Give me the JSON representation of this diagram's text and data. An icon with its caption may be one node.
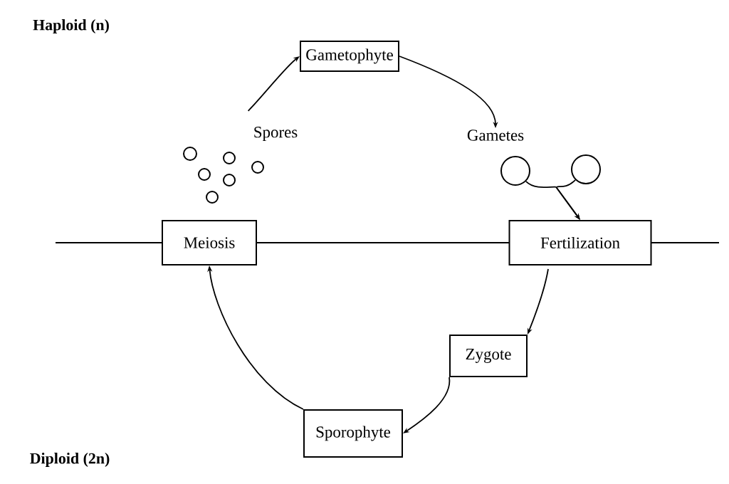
{
  "diagram": {
    "nodes": [
      {
        "text": [
          "Gametophyte"
        ]
      },
      {
        "text": [
          "Gametes"
        ]
      },
      {
        "text": [],
        "shape": "circle"
      },
      {
        "text": [],
        "shape": "circle"
      },
      {
        "text": [
          "Fertilization"
        ]
      },
      {
        "text": [
          "Zygote"
        ]
      },
      {
        "text": [
          "Sporophyte"
        ]
      },
      {
        "text": [
          "Meiosis"
        ]
      },
      {
        "text": [
          "Spores"
        ]
      }
    ],
    "edges": [
      {
        "from": 0,
        "to": 1,
        "arrow": "to"
      },
      {
        "from": 2,
        "to": 4,
        "arrow": "to"
      },
      {
        "from": 3,
        "to": 4,
        "arrow": "to"
      },
      {
        "from": 4,
        "to": 5,
        "arrow": "to"
      },
      {
        "from": 5,
        "to": 6,
        "arrow": "to"
      },
      {
        "from": 6,
        "to": 7,
        "arrow": "to"
      },
      {
        "from": 8,
        "to": 0,
        "arrow": "to"
      }
    ],
    "labels": [
      "Haploid (n)",
      "Diploid (2n)"
    ]
  }
}
